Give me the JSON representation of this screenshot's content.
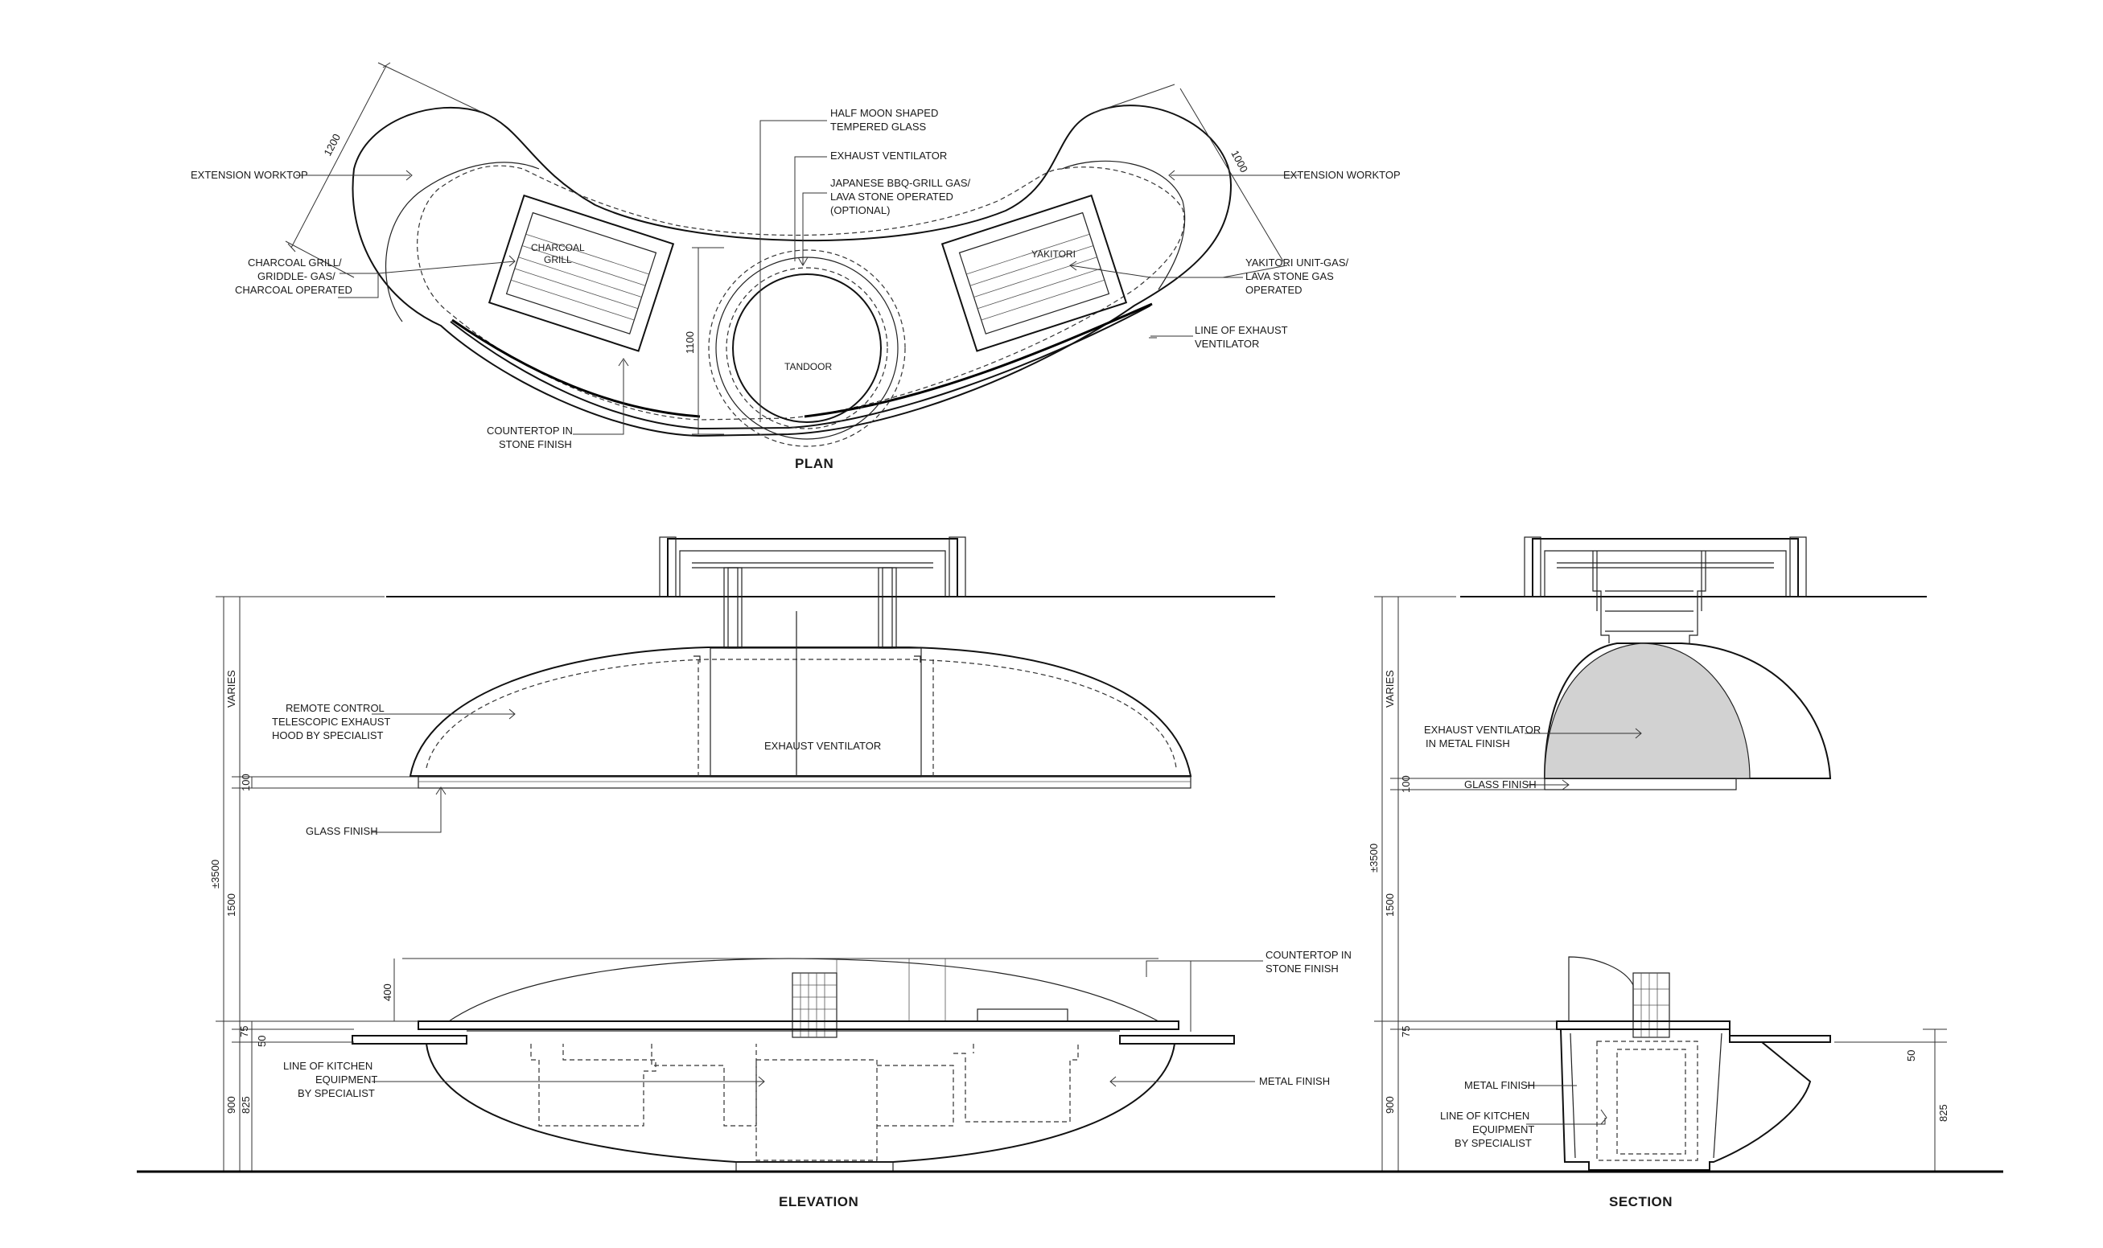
{
  "titles": {
    "plan": "PLAN",
    "elevation": "ELEVATION",
    "section": "SECTION"
  },
  "plan": {
    "ext_worktop_left": "EXTENSION WORKTOP",
    "ext_worktop_right": "EXTENSION WORKTOP",
    "half_moon_1": "HALF MOON SHAPED",
    "half_moon_2": "TEMPERED GLASS",
    "exhaust_vent": "EXHAUST VENTILATOR",
    "japanese_1": "JAPANESE BBQ-GRILL GAS/",
    "japanese_2": "LAVA STONE OPERATED",
    "japanese_3": "(OPTIONAL)",
    "charcoal_1": "CHARCOAL GRILL/",
    "charcoal_2": "GRIDDLE- GAS/",
    "charcoal_3": "CHARCOAL OPERATED",
    "charcoal_inner_1": "CHARCOAL",
    "charcoal_inner_2": "GRILL",
    "yakitori_inner": "YAKITORI",
    "yakitori_1": "YAKITORI UNIT-GAS/",
    "yakitori_2": "LAVA STONE GAS",
    "yakitori_3": "OPERATED",
    "tandoor": "TANDOOR",
    "line_exhaust_1": "LINE OF EXHAUST",
    "line_exhaust_2": "VENTILATOR",
    "countertop_1": "COUNTERTOP IN",
    "countertop_2": "STONE FINISH",
    "dim_1200": "1200",
    "dim_1000": "1000",
    "dim_1100": "1100"
  },
  "elevation": {
    "remote_1": "REMOTE CONTROL",
    "remote_2": "TELESCOPIC EXHAUST",
    "remote_3": "HOOD BY SPECIALIST",
    "exhaust_vent": "EXHAUST VENTILATOR",
    "glass_finish": "GLASS FINISH",
    "countertop_1": "COUNTERTOP IN",
    "countertop_2": "STONE FINISH",
    "kitchen_1": "LINE OF KITCHEN",
    "kitchen_2": "EQUIPMENT",
    "kitchen_3": "BY SPECIALIST",
    "metal_finish": "METAL FINISH",
    "dim_varies": "VARIES",
    "dim_100": "100",
    "dim_3500": "±3500",
    "dim_1500": "1500",
    "dim_400": "400",
    "dim_75": "75",
    "dim_50": "50",
    "dim_900": "900",
    "dim_825": "825"
  },
  "section": {
    "exhaust_1": "EXHAUST VENTILATOR",
    "exhaust_2": "IN METAL FINISH",
    "glass_finish": "GLASS FINISH",
    "metal_finish": "METAL FINISH",
    "kitchen_1": "LINE OF KITCHEN",
    "kitchen_2": "EQUIPMENT",
    "kitchen_3": "BY SPECIALIST",
    "dim_varies": "VARIES",
    "dim_100": "100",
    "dim_3500": "±3500",
    "dim_1500": "1500",
    "dim_75": "75",
    "dim_900": "900",
    "dim_50": "50",
    "dim_825": "825"
  }
}
